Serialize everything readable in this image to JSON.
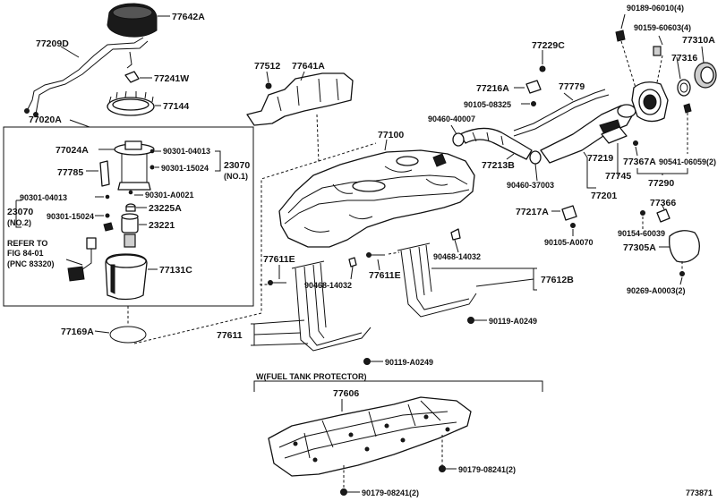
{
  "diagram_id": "773871",
  "protector_title": "W(FUEL TANK PROTECTOR)",
  "note": {
    "line1": "REFER TO",
    "line2": "FIG 84-01",
    "line3": "(PNC 83320)"
  },
  "labels": {
    "p77642A": "77642A",
    "p77209D": "77209D",
    "p77241W": "77241W",
    "p77144": "77144",
    "p77020A": "77020A",
    "p77024A": "77024A",
    "p90301_04013_a": "90301-04013",
    "p77785": "77785",
    "p90301_15024_a": "90301-15024",
    "p23070_1": "23070",
    "no1": "(NO.1)",
    "p90301_04013_b": "90301-04013",
    "p90301_A0021": "90301-A0021",
    "p23070_2": "23070",
    "no2": "(NO.2)",
    "p90301_15024_b": "90301-15024",
    "p23225A": "23225A",
    "p23221": "23221",
    "p77131C": "77131C",
    "p77169A": "77169A",
    "p77512": "77512",
    "p77641A": "77641A",
    "p77100": "77100",
    "p77611E_l": "77611E",
    "p77611E_r": "77611E",
    "p90468_14032_a": "90468-14032",
    "p90468_14032_b": "90468-14032",
    "p77611": "77611",
    "p77612B": "77612B",
    "p90119_A0249_a": "90119-A0249",
    "p90119_A0249_b": "90119-A0249",
    "p77229C": "77229C",
    "p77216A": "77216A",
    "p77779": "77779",
    "p90105_08325": "90105-08325",
    "p90460_40007": "90460-40007",
    "p77213B": "77213B",
    "p90460_37003": "90460-37003",
    "p77219": "77219",
    "p77745": "77745",
    "p77201": "77201",
    "p77217A": "77217A",
    "p90105_A0070": "90105-A0070",
    "p90189_06010": "90189-06010(4)",
    "p90159_60603": "90159-60603(4)",
    "p77310A": "77310A",
    "p77316": "77316",
    "p77367A": "77367A",
    "p90541_06059": "90541-06059(2)",
    "p77290": "77290",
    "p77366": "77366",
    "p90154_60039": "90154-60039",
    "p77305A": "77305A",
    "p90269_A0003": "90269-A0003(2)",
    "p77606": "77606",
    "p90179_08241_a": "90179-08241(2)",
    "p90179_08241_b": "90179-08241(2)"
  }
}
